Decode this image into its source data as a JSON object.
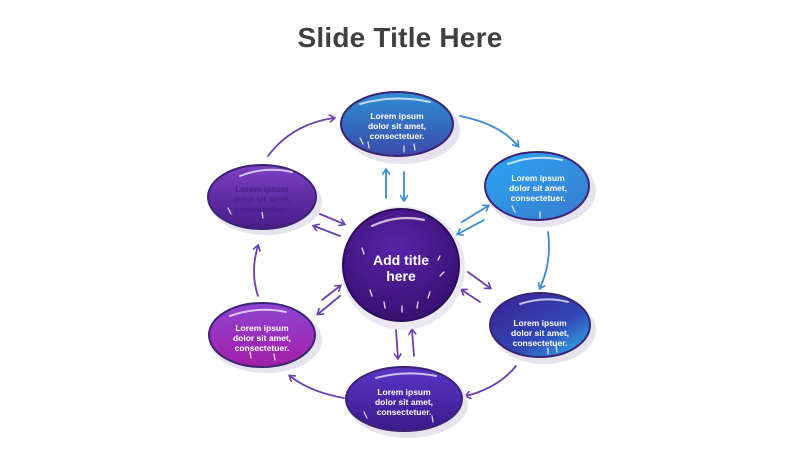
{
  "slide": {
    "title": "Slide Title Here",
    "center_label": "Add title here"
  },
  "nodes": [
    {
      "id": "top",
      "text": "Lorem ipsum dolor sit amet, consectetuer.",
      "text_color": "#ffffff",
      "fill_top": "#2f8fd6",
      "fill_bottom": "#3a3ea3"
    },
    {
      "id": "upper-right",
      "text": "Lorem ipsum dolor sit amet, consectetuer.",
      "text_color": "#ffffff",
      "fill_top": "#2aa0f0",
      "fill_bottom": "#3a7fd4"
    },
    {
      "id": "lower-right",
      "text": "Lorem ipsum dolor sit amet, consectetuer.",
      "text_color": "#ffffff",
      "fill_top": "#3a1f9a",
      "fill_bottom": "#2fb7ef"
    },
    {
      "id": "bottom",
      "text": "Lorem ipsum dolor sit amet, consectetuer.",
      "text_color": "#ffffff",
      "fill_top": "#5a34c4",
      "fill_bottom": "#3b1a8c"
    },
    {
      "id": "lower-left",
      "text": "Lorem ipsum dolor sit amet, consectetuer.",
      "text_color": "#ffffff",
      "fill_top": "#8a3fd0",
      "fill_bottom": "#a21da6"
    },
    {
      "id": "upper-left",
      "text": "Lorem ipsum dolor sit amet, consectetuer.",
      "text_color": "#4a1f8c",
      "fill_top": "#7a3cc0",
      "fill_bottom": "#4b1e8e"
    }
  ],
  "colors": {
    "title": "#404040",
    "center": "#3c1478",
    "outline": "#3d2373",
    "arrow_blue": "#3a8ad8",
    "arrow_purple": "#6a3fb0"
  }
}
